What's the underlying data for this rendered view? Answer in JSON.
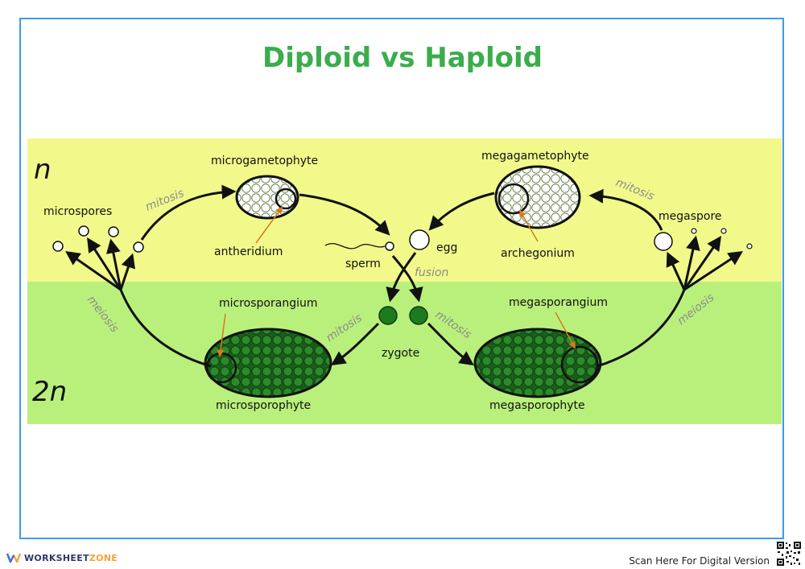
{
  "title": "Diploid vs Haploid",
  "ploidy": {
    "haploid": "n",
    "diploid": "2n"
  },
  "labels": {
    "microgametophyte": "microgametophyte",
    "megagametophyte": "megagametophyte",
    "microspores": "microspores",
    "megaspore": "megaspore",
    "antheridium": "antheridium",
    "archegonium": "archegonium",
    "sperm": "sperm",
    "egg": "egg",
    "fusion": "fusion",
    "zygote": "zygote",
    "microsporangium": "microsporangium",
    "megasporangium": "megasporangium",
    "microsporophyte": "microsporophyte",
    "megasporophyte": "megasporophyte"
  },
  "processes": {
    "mitosis_left_top": "mitosis",
    "mitosis_right_top": "mitosis",
    "meiosis_left": "meiosis",
    "meiosis_right": "meiosis",
    "mitosis_left_bottom": "mitosis",
    "mitosis_right_bottom": "mitosis"
  },
  "colors": {
    "title": "#3aad4c",
    "frame": "#3d9be9",
    "haploid_band": "#f1f98b",
    "diploid_band": "#b9f07c",
    "sporophyte_fill": "#1e6b1e",
    "arrow_orange": "#d97a1c"
  },
  "footer": {
    "brand_main": "WORKSHEET",
    "brand_accent": "ZONE",
    "scan_text": "Scan Here For Digital Version"
  }
}
